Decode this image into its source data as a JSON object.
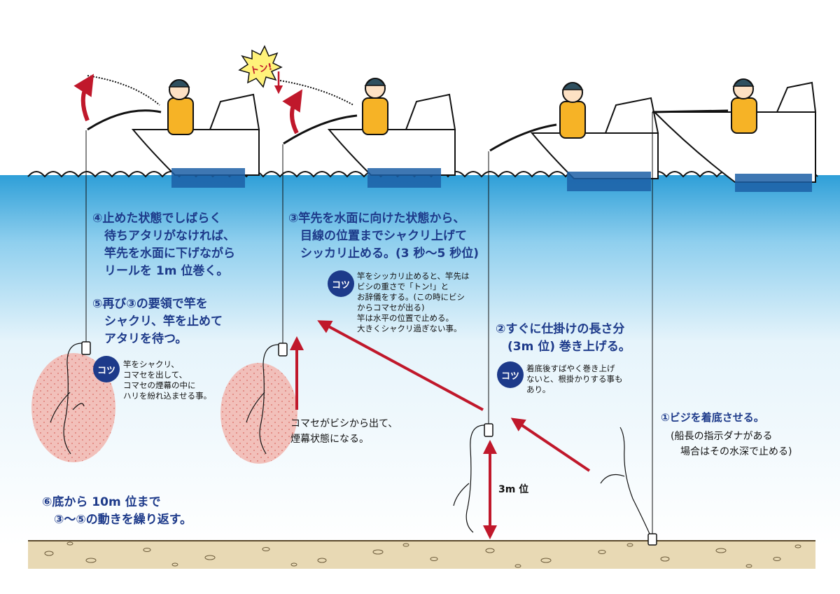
{
  "texts": {
    "step4": "④止めた状態でしばらく\n　待ちアタリがなければ、\n　竿先を水面に下げながら\n　リールを 1m 位巻く。",
    "step5": "⑤再び③の要領で竿を\n　シャクリ、竿を止めて\n　アタリを待つ。",
    "tip1": "竿をシャクリ、\nコマセを出して、\nコマセの煙幕の中に\nハリを紛れ込ませる事。",
    "step3": "③竿先を水面に向けた状態から、\n　目線の位置までシャクリ上げて\n　シッカリ止める。(3 秒〜5 秒位)",
    "tip2": "竿をシッカリ止めると、竿先は\nビシの重さで「トン!」と\nお辞儀をする。(この時にビシ\nからコマセが出る)\n竿は水平の位置で止める。\n大きくシャクリ過ぎない事。",
    "komase": "コマセがビシから出て、\n煙幕状態になる。",
    "step2": "②すぐに仕掛けの長さ分\n　(3m 位) 巻き上げる。",
    "tip3": "着底後すばやく巻き上げ\nないと、根掛かりする事も\nあり。",
    "step1": "①ビジを着底させる。",
    "step1_note": "(船長の指示ダナがある\n　場合はその水深で止める)",
    "step6": "⑥底から 10m 位まで\n　③〜⑤の動きを繰り返す。",
    "three_m": "3m 位",
    "kotsu": "コツ",
    "ton": "トン!"
  },
  "colors": {
    "navy": "#1d3a8a",
    "arrow_red": "#c0182b",
    "water_top": "#2e9fd8",
    "water_bottom": "#ffffff",
    "seabed": "#e8d9b4",
    "cloud": "#f2b9b2",
    "jacket": "#f6b326",
    "burst": "#fff27a"
  }
}
